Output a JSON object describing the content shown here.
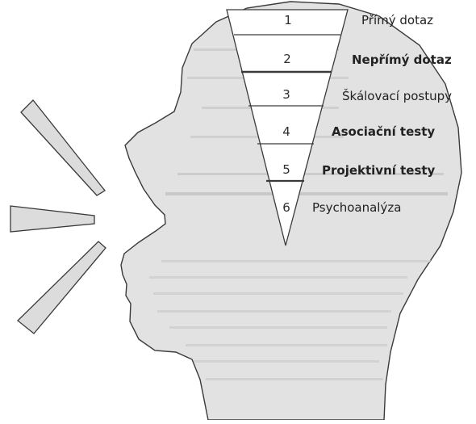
{
  "levels": [
    {
      "number": "1",
      "label": "Přímý dotaz"
    },
    {
      "number": "2",
      "label": "Nepřímý dotaz"
    },
    {
      "number": "3",
      "label": "Škálovací postupy"
    },
    {
      "number": "4",
      "label": "Asociační testy"
    },
    {
      "number": "5",
      "label": "Projektivní testy"
    },
    {
      "number": "6",
      "label": "Psychoanalýza"
    }
  ],
  "colors": {
    "head_fill": "#e2e2e2",
    "funnel_fill": "#ffffff",
    "speech_fill": "#dcdcdc",
    "stroke": "#3a3a3a",
    "ghost_text": "#c6c6c6"
  }
}
